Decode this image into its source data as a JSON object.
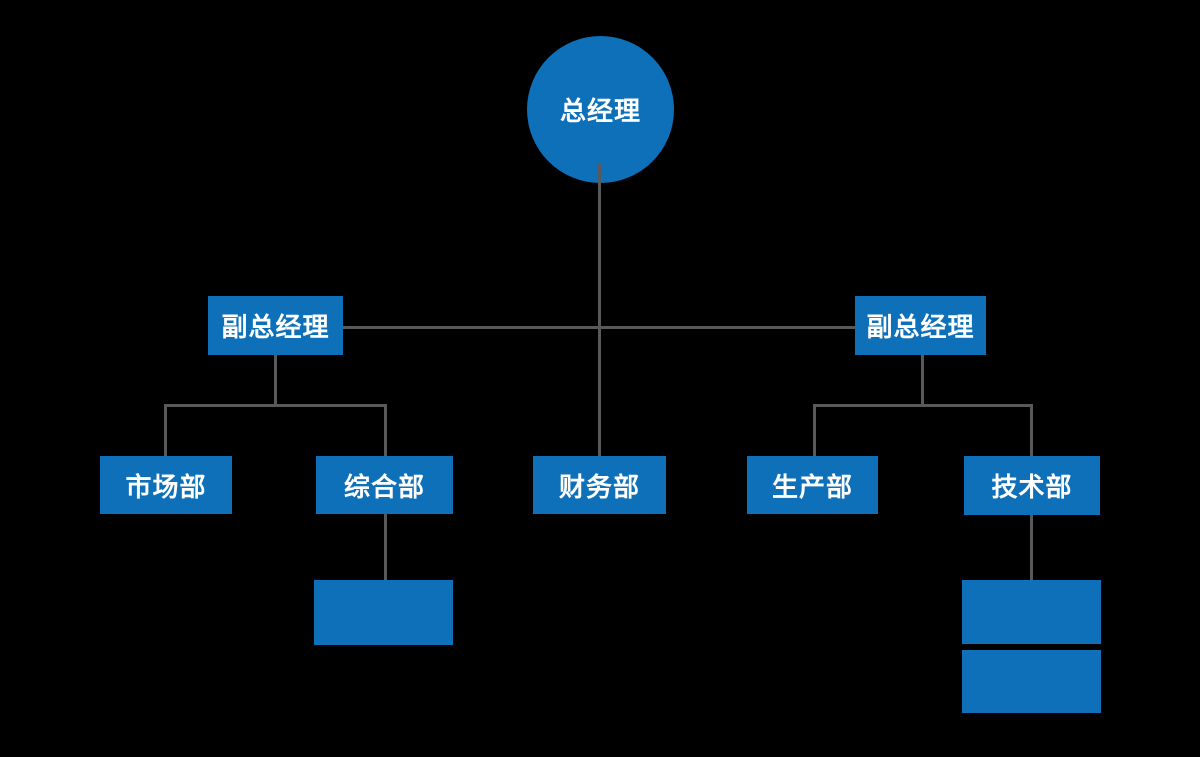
{
  "diagram": {
    "type": "org-chart",
    "colors": {
      "background": "#000000",
      "node_fill": "#0d70b8",
      "connector": "#595959",
      "text": "#ffffff"
    },
    "tree": {
      "label": "总经理",
      "shape": "circle",
      "children": [
        {
          "label": "副总经理",
          "children": [
            {
              "label": "市场部",
              "children": []
            },
            {
              "label": "综合部",
              "children": [
                {
                  "label": ""
                }
              ]
            }
          ]
        },
        {
          "label": "财务部",
          "children": []
        },
        {
          "label": "副总经理",
          "children": [
            {
              "label": "生产部",
              "children": []
            },
            {
              "label": "技术部",
              "children": [
                {
                  "label": ""
                },
                {
                  "label": ""
                }
              ]
            }
          ]
        }
      ]
    },
    "empty_node_count": 3
  }
}
